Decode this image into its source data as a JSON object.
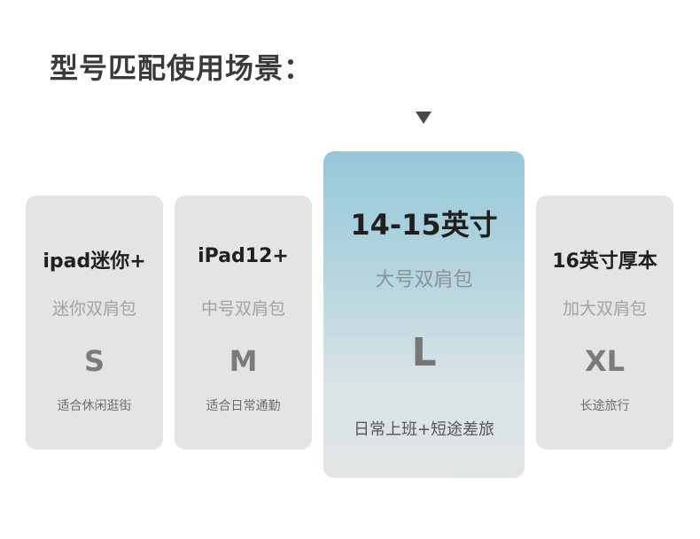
{
  "title": "型号匹配使用场景：",
  "cards": [
    {
      "name": "ipad迷你+",
      "type": "迷你双肩包",
      "size": "S",
      "use": "适合休闲逛街"
    },
    {
      "name": "iPad12+",
      "type": "中号双肩包",
      "size": "M",
      "use": "适合日常通勤"
    },
    {
      "name": "14-15英寸",
      "type": "大号双肩包",
      "size": "L",
      "use": "日常上班+短途差旅"
    },
    {
      "name": "16英寸厚本",
      "type": "加大双肩包",
      "size": "XL",
      "use": "长途旅行"
    }
  ],
  "colors": {
    "card_bg": "#e4e4e5",
    "highlight_top": "#95c8d9",
    "pointer": "#4a4a4a"
  },
  "icons": {
    "pointer": "down-triangle-icon"
  }
}
